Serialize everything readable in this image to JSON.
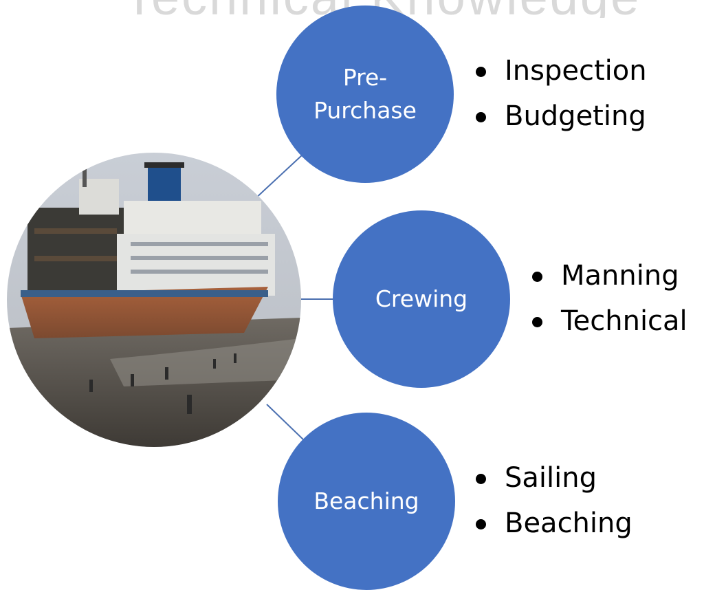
{
  "watermark": "Technical Knowledge",
  "photo": {
    "icon": "ship-on-beach-photo"
  },
  "nodes": [
    {
      "label": "Pre-Purchase",
      "items": [
        "Inspection",
        "Budgeting"
      ]
    },
    {
      "label": "Crewing",
      "items": [
        "Manning",
        "Technical"
      ]
    },
    {
      "label": "Beaching",
      "items": [
        "Sailing",
        "Beaching"
      ]
    }
  ],
  "colors": {
    "node_fill": "#4472c4",
    "connector": "#4a6fb0",
    "text_on_node": "#ffffff",
    "bullet_text": "#000000"
  }
}
